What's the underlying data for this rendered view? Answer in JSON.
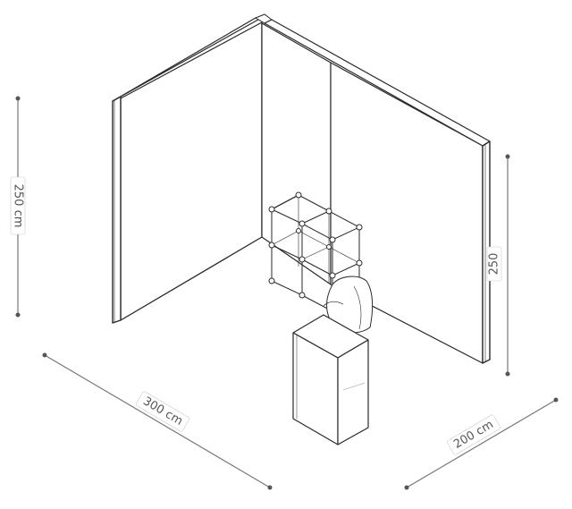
{
  "dimensions": {
    "height_left": "250 cm",
    "height_right": "250",
    "width_front": "300 cm",
    "depth_side": "200 cm"
  },
  "colors": {
    "line": "#2a2a2a",
    "dimension_line": "#777777",
    "dimension_text": "#555555",
    "label_background": "#ffffff",
    "wall_fill": "#ffffff"
  }
}
